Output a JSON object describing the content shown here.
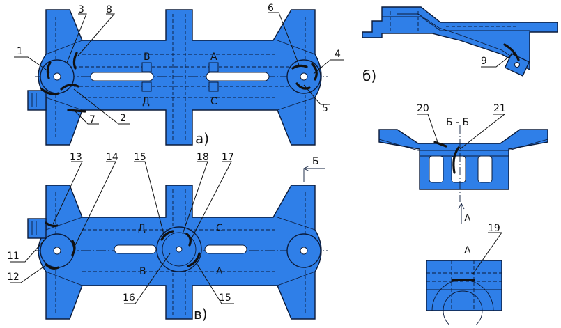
{
  "colors": {
    "part": "#2f7fe8",
    "outline": "#0b1b3a",
    "crack": "#111111"
  },
  "view_a": {
    "caption": "а)",
    "zones": {
      "v": "В",
      "a": "А",
      "d": "Д",
      "s": "С"
    },
    "callouts": [
      "1",
      "2",
      "3",
      "4",
      "5",
      "6",
      "7",
      "8"
    ]
  },
  "view_b": {
    "caption": "б)",
    "callouts": [
      "9"
    ]
  },
  "view_v": {
    "caption": "в)",
    "zones": {
      "d": "Д",
      "s": "С",
      "v": "В",
      "a": "А"
    },
    "callouts": [
      "11",
      "12",
      "13",
      "14",
      "15",
      "15",
      "16",
      "17",
      "18"
    ],
    "section_mark": "Б"
  },
  "section_bb": {
    "title": "Б - Б",
    "callouts": [
      "20",
      "21"
    ],
    "view_mark": "А"
  },
  "detail_a": {
    "title": "А",
    "callouts": [
      "19"
    ]
  }
}
